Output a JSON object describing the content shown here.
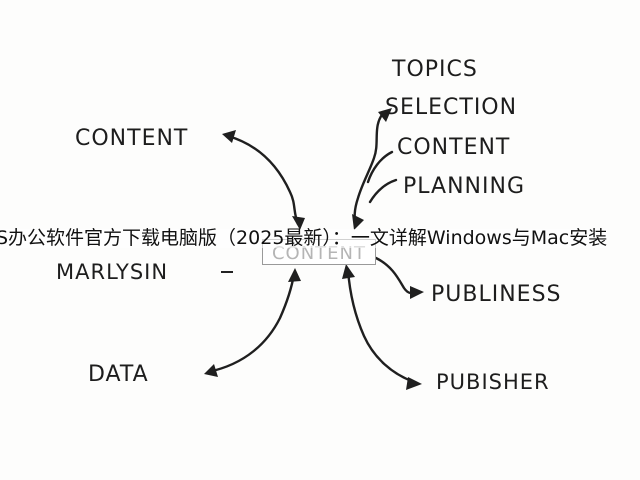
{
  "diagram": {
    "center": "CONTENT",
    "nodes": {
      "content": "CONTENT",
      "topics": "TOPICS",
      "selection": "SELECTION",
      "content_right": "CONTENT",
      "planning": "PLANNING",
      "marlysin": "MARLYSIN",
      "publiness": "PUBLINESS",
      "data": "DATA",
      "pubisher": "PUBISHER"
    }
  },
  "overlay": {
    "text": "S办公软件官方下载电脑版（2025最新）：一文详解Windows与Mac安装"
  }
}
